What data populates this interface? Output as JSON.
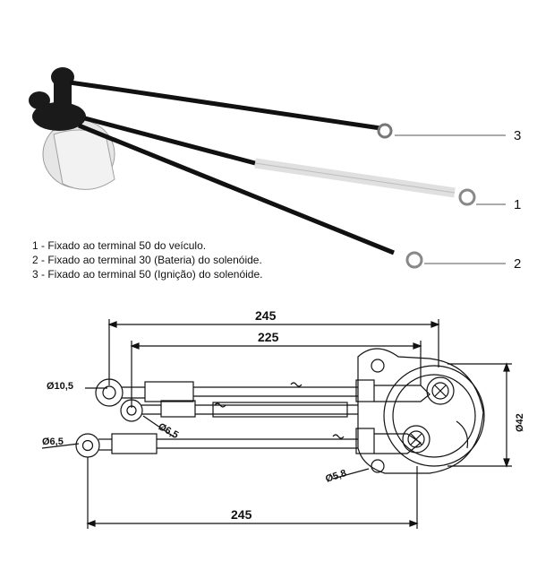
{
  "legend": {
    "items": [
      "1 - Fixado ao terminal 50 do veículo.",
      "2 - Fixado ao terminal 30 (Bateria) do solenóide.",
      "3 - Fixado ao terminal 50 (Ignição) do solenóide."
    ]
  },
  "callouts": {
    "one": "1",
    "two": "2",
    "three": "3"
  },
  "dimensions": {
    "top_length": "245",
    "inner_length": "225",
    "bottom_length": "245",
    "ring_large": "Ø10,5",
    "ring_mid": "Ø6,5",
    "ring_small": "Ø6,5",
    "hole": "Ø5,8",
    "body_height": "Ø42"
  },
  "colors": {
    "cable": "#111111",
    "sleeve": "#d9d9d9",
    "line": "#111111"
  }
}
